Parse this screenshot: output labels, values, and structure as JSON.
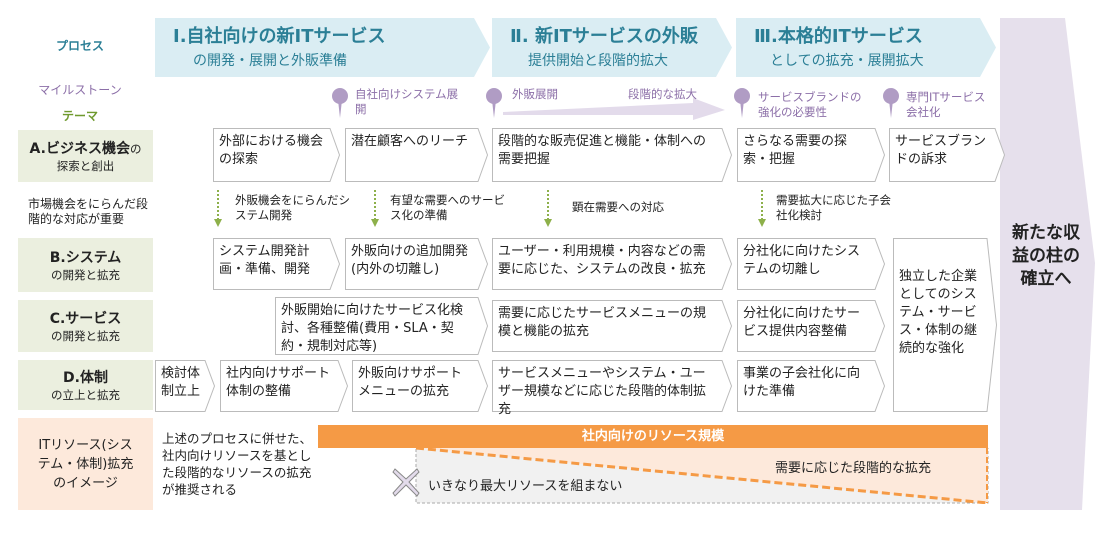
{
  "side_labels": {
    "process": "プロセス",
    "milestone": "マイルストーン",
    "theme": "テーマ"
  },
  "phases": [
    {
      "title": "Ⅰ.自社向けの新ITサービス",
      "subtitle": "の開発・展開と外販準備"
    },
    {
      "title": "Ⅱ. 新ITサービスの外販",
      "subtitle": "提供開始と段階的拡大"
    },
    {
      "title": "Ⅲ.本格的ITサービス",
      "subtitle": "としての拡充・展開拡大"
    }
  ],
  "milestones": [
    "自社向けシステム展開",
    "外販展開",
    "サービスブランドの強化の必要性",
    "専門ITサービス会社化"
  ],
  "expansion_arrow_label": "段階的な拡大",
  "rows": {
    "a": {
      "title": "A.ビジネス機会",
      "title_suffix": "の",
      "subtitle": "探索と創出",
      "note": "市場機会をにらんだ段階的な対応が重要",
      "boxes": [
        "外部における機会の探索",
        "潜在顧客へのリーチ",
        "段階的な販売促進と機能・体制への需要把握",
        "さらなる需要の探索・把握",
        "サービスブランドの訴求"
      ]
    },
    "transitions": [
      "外販機会をにらんだシステム開発",
      "有望な需要へのサービス化の準備",
      "顕在需要への対応",
      "需要拡大に応じた子会社化検討"
    ],
    "b": {
      "title": "B.システム",
      "subtitle": "の開発と拡充",
      "boxes": [
        "システム開発計画・準備、開発",
        "外販向けの追加開発(内外の切離し)",
        "ユーザー・利用規模・内容などの需要に応じた、システムの改良・拡充",
        "分社化に向けたシステムの切離し"
      ]
    },
    "c": {
      "title": "C.サービス",
      "subtitle": "の開発と拡充",
      "boxes": [
        "外販開始に向けたサービス化検討、各種整備(費用・SLA・契約・規制対応等)",
        "需要に応じたサービスメニューの規模と機能の拡充",
        "分社化に向けたサービス提供内容整備"
      ]
    },
    "d": {
      "title": "D.体制",
      "subtitle": "の立上と拡充",
      "boxes": [
        "検討体制立上",
        "社内向けサポート体制の整備",
        "外販向けサポートメニューの拡充",
        "サービスメニューやシステム・ユーザー規模などに応じた段階的体制拡充",
        "事業の子会社化に向けた準備"
      ]
    },
    "independent": "独立した企業としてのシステム・サービス・体制の継続的な強化"
  },
  "it_resource": {
    "label": "ITリソース(システム・体制)拡充のイメージ",
    "note": "上述のプロセスに併せた、社内向けリソースを基とした段階的なリソースの拡充が推奨される",
    "bar": "社内向けのリソース規模",
    "staged": "需要に応じた段階的な拡充",
    "no_max": "いきなり最大リソースを組まない"
  },
  "goal": "新たな収益の柱の確立へ",
  "colors": {
    "phase_bg": "#daedf3",
    "phase_text": "#2b7f96",
    "milestone": "#8c6fa8",
    "theme_bg": "#ebefdf",
    "orange": "#f59a45",
    "peach": "#fde9db",
    "goal_bg": "#e6e0ec"
  }
}
